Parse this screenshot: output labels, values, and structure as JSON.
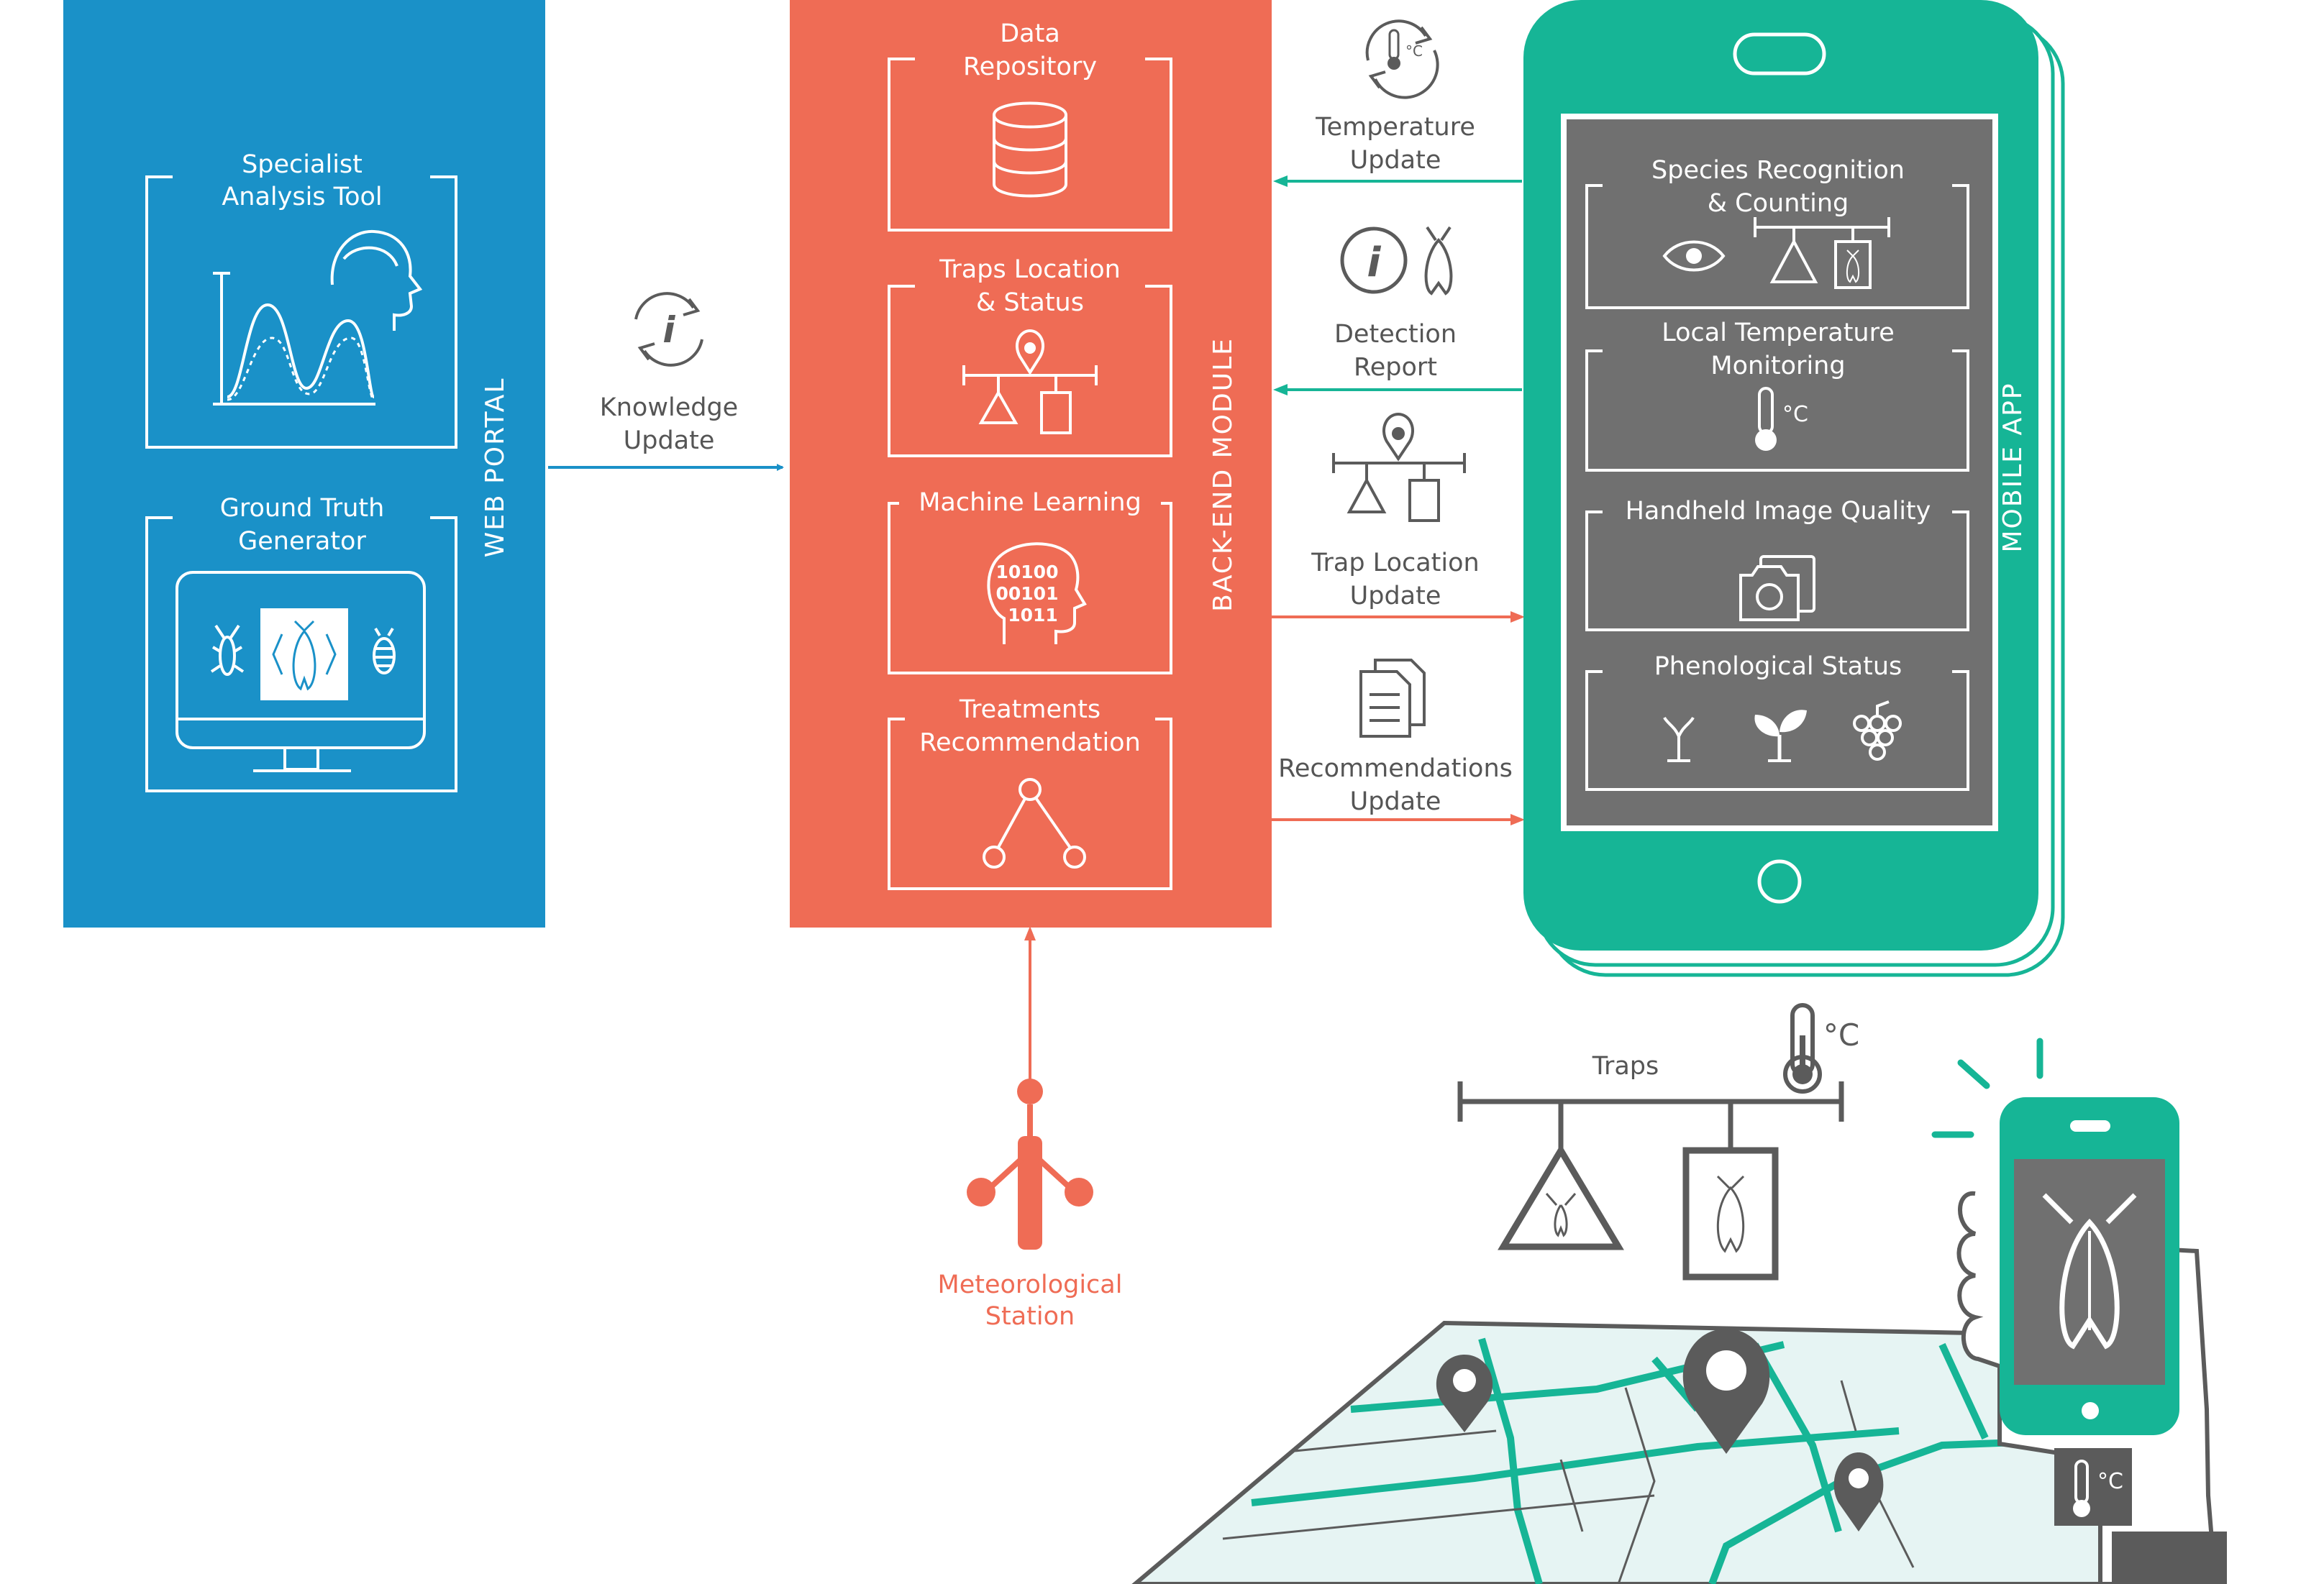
{
  "colors": {
    "web_portal_blue": "#1a91c8",
    "backend_orange": "#ef6c55",
    "mobile_teal": "#16b596",
    "screen_grey": "#707070",
    "icon_grey": "#5b5b5b",
    "map_fill": "#e6f4f3"
  },
  "web_portal": {
    "title": "WEB PORTAL",
    "specialist": [
      "Specialist",
      "Analysis Tool"
    ],
    "ground_truth": [
      "Ground Truth",
      "Generator"
    ]
  },
  "knowledge_update": [
    "Knowledge",
    "Update"
  ],
  "backend": {
    "title": "BACK-END MODULE",
    "data_repository": [
      "Data",
      "Repository"
    ],
    "traps_location": [
      "Traps Location",
      "& Status"
    ],
    "machine_learning": "Machine Learning",
    "binary": [
      "10100",
      "00101",
      "1011"
    ],
    "treatments": [
      "Treatments",
      "Recommendation"
    ]
  },
  "links": {
    "temperature_update": [
      "Temperature",
      "Update"
    ],
    "detection_report": [
      "Detection",
      "Report"
    ],
    "trap_location_update": [
      "Trap Location",
      "Update"
    ],
    "recommendations_update": [
      "Recommendations",
      "Update"
    ]
  },
  "mobile": {
    "title": "MOBILE APP",
    "species": [
      "Species Recognition",
      "& Counting"
    ],
    "local_temp": [
      "Local Temperature",
      "Monitoring"
    ],
    "image_quality": "Handheld Image Quality",
    "phenological": "Phenological Status"
  },
  "units": {
    "celsius": "°C"
  },
  "meteorological": [
    "Meteorological",
    "Station"
  ],
  "field": {
    "traps_label": "Traps"
  },
  "icons": [
    "chart-icon",
    "head-icon",
    "monitor-icon",
    "insect-icon",
    "sync-info-icon",
    "database-icon",
    "location-pin-icon",
    "trap-scale-icon",
    "brain-icon",
    "network-icon",
    "thermometer-icon",
    "moth-icon",
    "documents-icon",
    "eye-icon",
    "camera-icon",
    "sprout-icon",
    "leaf-icon",
    "grapes-icon",
    "weather-station-icon",
    "smartphone-icon",
    "hand-icon",
    "map-icon"
  ]
}
